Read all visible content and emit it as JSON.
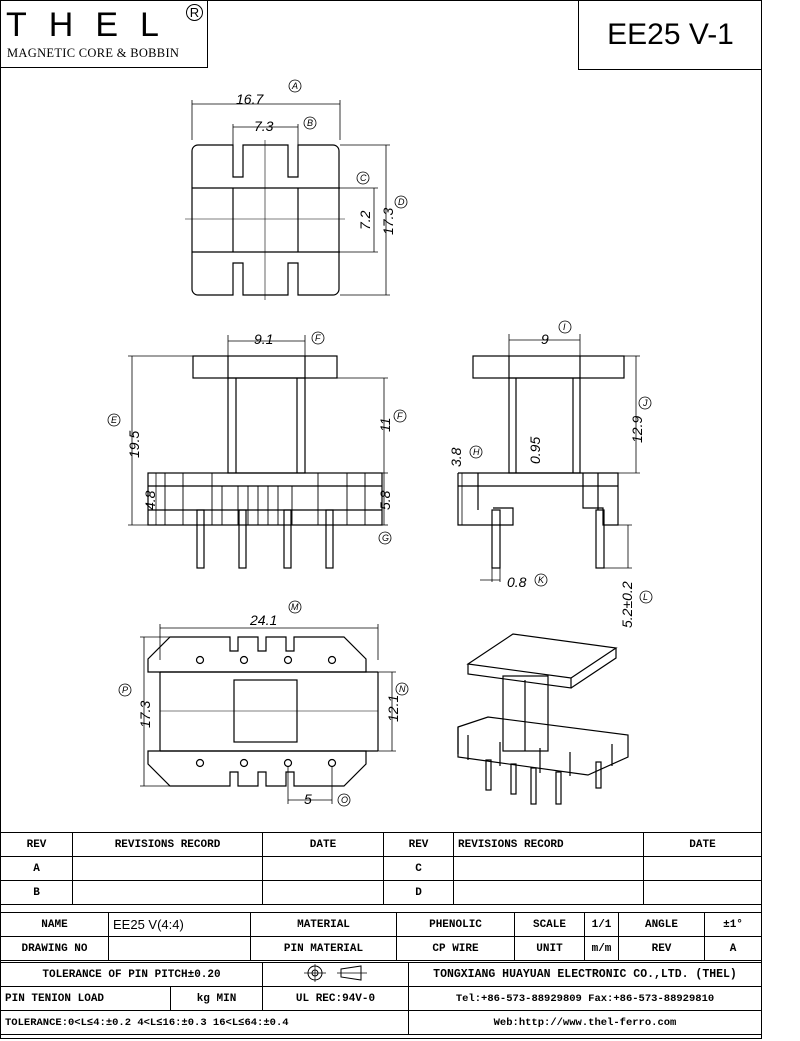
{
  "header": {
    "logo_text": "THEL",
    "logo_reg": "R",
    "logo_subtitle": "MAGNETIC CORE & BOBBIN",
    "part_title": "EE25 V-1"
  },
  "dimensions": {
    "A": "16.7",
    "B": "7.3",
    "C": "7.2",
    "D": "17.3",
    "F_top": "9.1",
    "E": "19.5",
    "F_side": "11",
    "G": "5.8",
    "left_small": "4.8",
    "I": "9",
    "J": "12.9",
    "H": "3.8",
    "center": "0.95",
    "K": "0.8",
    "L": "5.2±0.2",
    "M": "24.1",
    "P": "17.3",
    "N": "12.1",
    "O": "5"
  },
  "tags": [
    "A",
    "B",
    "C",
    "D",
    "E",
    "F",
    "G",
    "H",
    "I",
    "J",
    "K",
    "L",
    "M",
    "N",
    "O",
    "P"
  ],
  "revisions": {
    "headers": [
      "REV",
      "REVISIONS RECORD",
      "DATE",
      "REV",
      "REVISIONS RECORD",
      "DATE"
    ],
    "rows": [
      [
        "A",
        "",
        "",
        "C",
        "",
        ""
      ],
      [
        "B",
        "",
        "",
        "D",
        "",
        ""
      ]
    ]
  },
  "spec": {
    "name_label": "NAME",
    "name_value": "EE25 V(4:4)",
    "material_label": "MATERIAL",
    "material_value": "PHENOLIC",
    "scale_label": "SCALE",
    "scale_value": "1/1",
    "angle_label": "ANGLE",
    "angle_value": "±1°",
    "drawing_no_label": "DRAWING NO",
    "pin_material_label": "PIN MATERIAL",
    "pin_material_value": "CP WIRE",
    "unit_label": "UNIT",
    "unit_value": "m/m",
    "rev_label": "REV",
    "rev_value": "A",
    "tol_pitch": "TOLERANCE OF PIN PITCH±0.20",
    "company": "TONGXIANG HUAYUAN ELECTRONIC CO.,LTD. (THEL)",
    "pin_tension_label": "PIN TENION LOAD",
    "pin_tension_unit": "kg MIN",
    "ul": "UL REC:94V-0",
    "tel": "Tel:+86-573-88929809 Fax:+86-573-88929810",
    "tolerance": "TOLERANCE:0<L≤4:±0.2  4<L≤16:±0.3  16<L≤64:±0.4",
    "web": "Web:http://www.thel-ferro.com"
  }
}
